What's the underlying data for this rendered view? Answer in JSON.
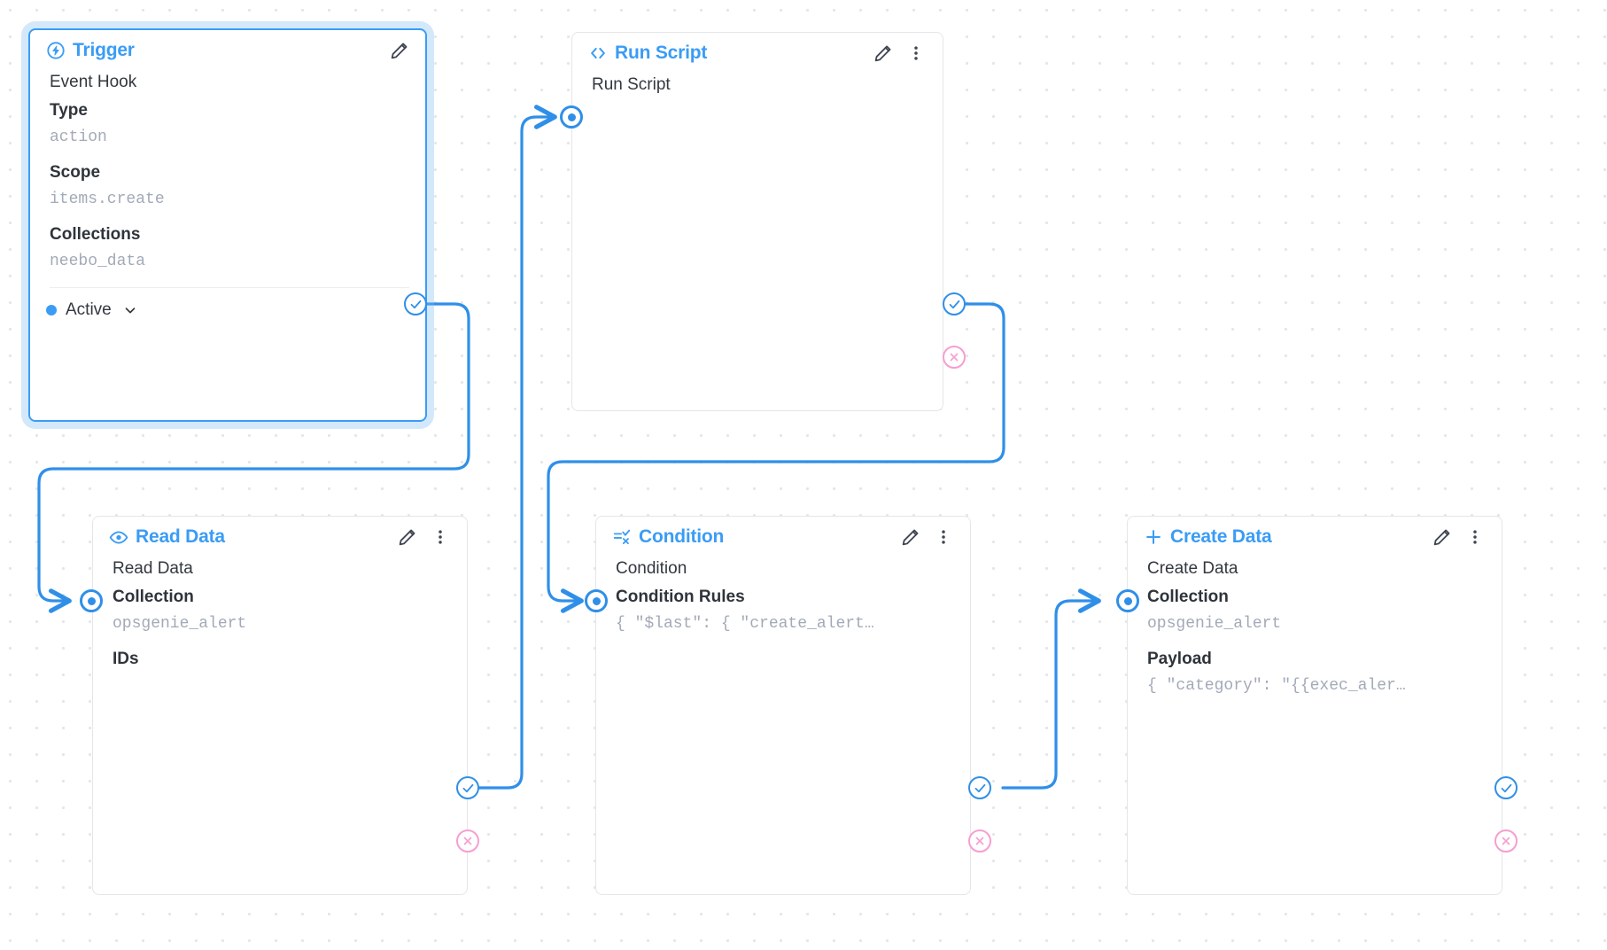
{
  "canvas": {
    "background_color": "#ffffff",
    "grid_dot_color": "#e4e6ea",
    "accent_color": "#3a9cf5",
    "edge_color": "#2f8fe8",
    "reject_color": "#f79ed0",
    "mono_value_color": "#a2aab7"
  },
  "nodes": [
    {
      "id": "trigger",
      "type_label": "Trigger",
      "type_icon": "bolt-circle-icon",
      "selected": true,
      "row_name": "Event Hook",
      "fields": [
        {
          "label": "Type",
          "value": "action"
        },
        {
          "label": "Scope",
          "value": "items.create"
        },
        {
          "label": "Collections",
          "value": "neebo_data"
        }
      ],
      "footer": {
        "status": "Active",
        "chevron": "chevron-down-icon"
      },
      "actions": [
        "edit-icon"
      ],
      "ports": {
        "input": false,
        "success": true,
        "reject": false
      }
    },
    {
      "id": "run-script",
      "type_label": "Run Script",
      "type_icon": "code-brackets-icon",
      "selected": false,
      "row_name": "Run Script",
      "fields": [],
      "actions": [
        "edit-icon",
        "more-vertical-icon"
      ],
      "ports": {
        "input": true,
        "success": true,
        "reject": true
      }
    },
    {
      "id": "read-data",
      "type_label": "Read Data",
      "type_icon": "eye-icon",
      "selected": false,
      "row_name": "Read Data",
      "fields": [
        {
          "label": "Collection",
          "value": "opsgenie_alert"
        },
        {
          "label": "IDs",
          "value": ""
        }
      ],
      "actions": [
        "edit-icon",
        "more-vertical-icon"
      ],
      "ports": {
        "input": true,
        "success": true,
        "reject": true
      }
    },
    {
      "id": "condition",
      "type_label": "Condition",
      "type_icon": "condition-icon",
      "selected": false,
      "row_name": "Condition",
      "fields": [
        {
          "label": "Condition Rules",
          "value": "{ \"$last\": { \"create_alert…"
        }
      ],
      "actions": [
        "edit-icon",
        "more-vertical-icon"
      ],
      "ports": {
        "input": true,
        "success": true,
        "reject": true
      }
    },
    {
      "id": "create-data",
      "type_label": "Create Data",
      "type_icon": "plus-icon",
      "selected": false,
      "row_name": "Create Data",
      "fields": [
        {
          "label": "Collection",
          "value": "opsgenie_alert"
        },
        {
          "label": "Payload",
          "value": "{ \"category\": \"{{exec_aler…"
        }
      ],
      "actions": [
        "edit-icon",
        "more-vertical-icon"
      ],
      "ports": {
        "input": true,
        "success": true,
        "reject": true
      }
    }
  ]
}
